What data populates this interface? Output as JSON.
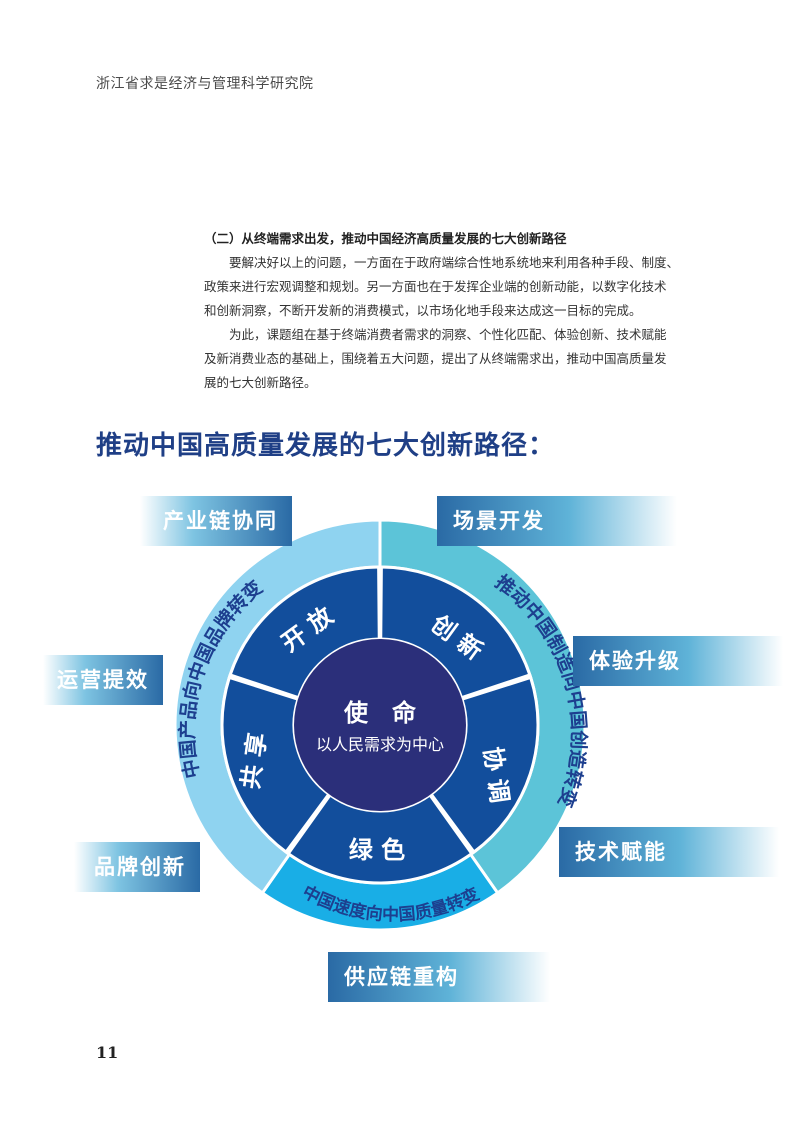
{
  "header": {
    "org": "浙江省求是经济与管理科学研究院"
  },
  "section": {
    "subtitle": "（二）从终端需求出发，推动中国经济高质量发展的七大创新路径",
    "p1_lines": [
      "要解决好以上的问题，一方面在于政府端综合性地系统地来利用各种手段、制度、",
      "政策来进行宏观调整和规划。另一方面也在于发挥企业端的创新动能，以数字化技术",
      "和创新洞察，不断开发新的消费模式，以市场化地手段来达成这一目标的完成。"
    ],
    "p2_lines": [
      "为此，课题组在基于终端消费者需求的洞察、个性化匹配、体验创新、技术赋能",
      "及新消费业态的基础上，围绕着五大问题，提出了从终端需求出，推动中国高质量发",
      "展的七大创新路径。"
    ]
  },
  "headline": "推动中国高质量发展的七大创新路径：",
  "diagram": {
    "center_title": "使　命",
    "center_subtitle": "以人民需求为中心",
    "segments": [
      "开 放",
      "创 新",
      "协 调",
      "绿 色",
      "共 享"
    ],
    "outer_arcs": {
      "left": "中国产品向中国品牌转变",
      "right": "推动中国制造向中国创造转变",
      "bottom": "中国速度向中国质量转变"
    },
    "paths": [
      "产业链协同",
      "场景开发",
      "运营提效",
      "体验升级",
      "品牌创新",
      "技术赋能",
      "供应链重构"
    ],
    "colors": {
      "outer_left": "#8fd3f0",
      "outer_right": "#5cc4d8",
      "outer_bottom": "#19aee6",
      "middle": "#124e9c",
      "center": "#2b2f7a",
      "arc_text": "#1d3f8f"
    }
  },
  "footer": {
    "page_number": "11"
  }
}
